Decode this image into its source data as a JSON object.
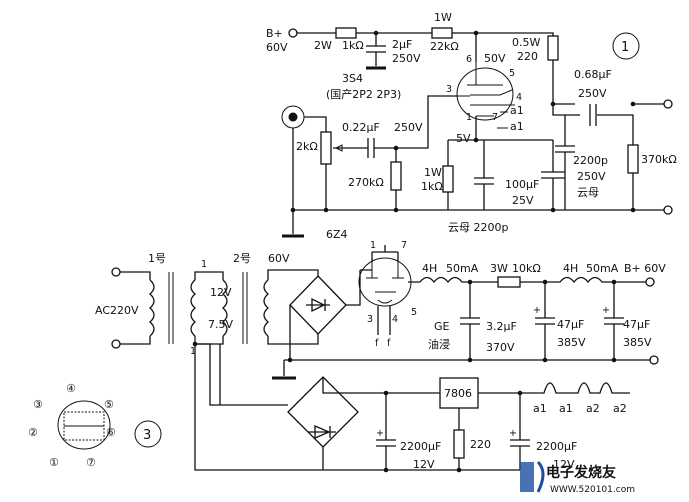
{
  "section1": {
    "number": "1",
    "bplus_top": "B+",
    "bplus_top_voltage": "60V",
    "r_top_power": "2W",
    "r_top_value": "1kΩ",
    "c_top_value": "2μF",
    "c_top_voltage": "250V",
    "r_1w_power": "1W",
    "r_1w_value": "22kΩ",
    "r_screen_power": "0.5W",
    "r_screen_value": "220",
    "tube_name": "3S4",
    "tube_equiv": "(国产2P2  2P3)",
    "pin_6": "6",
    "plate_voltage": "50V",
    "pin_5": "5",
    "pin_3": "3",
    "pin_4": "4",
    "pin_1": "1",
    "pin_7": "7",
    "filament_a1_top": "a1",
    "filament_a1_bottom": "a1",
    "c_out_value": "0.68μF",
    "c_out_voltage": "250V",
    "c_in_value": "0.22μF",
    "c_in_voltage": "250V",
    "pot_value": "2kΩ",
    "cathode_voltage": "5V",
    "r_grid_value": "270kΩ",
    "r_cathode_power": "1W",
    "r_cathode_value": "1kΩ",
    "c_cathode_value": "100μF",
    "c_cathode_voltage": "25V",
    "c_mica_value": "2200p",
    "c_mica_voltage": "250V",
    "c_mica_type": "云母",
    "r_out_value": "370kΩ",
    "bottom_note": "云母 2200p"
  },
  "section2": {
    "t1_label": "1号",
    "t2_label": "2号",
    "ac_label": "AC220V",
    "pin_marker_1a": "1",
    "pin_marker_1b": "1",
    "pin_marker_1c": "1",
    "tap_12v": "12V",
    "tap_75v": "7.5V",
    "sec_60v": "60V",
    "rect_tube": "6Z4",
    "rect_pin_1": "1",
    "rect_pin_7": "7",
    "rect_pin_3": "3",
    "rect_pin_4": "4",
    "rect_pin_5": "5",
    "rect_f1": "f",
    "rect_f2": "f",
    "choke1_l": "4H",
    "choke1_i": "50mA",
    "r_filter_power": "3W",
    "r_filter_value": "10kΩ",
    "choke2_l": "4H",
    "choke2_i": "50mA",
    "bplus_out": "B+ 60V",
    "ge_label": "GE",
    "ge_sub": "油浸",
    "c_ge_value": "3.2μF",
    "c_ge_voltage": "370V",
    "c_f1_value": "47μF",
    "c_f1_voltage": "385V",
    "c_f2_value": "47μF",
    "c_f2_voltage": "385V",
    "regulator": "7806",
    "heater_a1": "a1",
    "heater_a1b": "a1",
    "heater_a2": "a2",
    "heater_a2b": "a2",
    "c_filament_value": "2200μF",
    "c_filament_voltage": "12V",
    "c_out2_value": "2200μF",
    "c_out2_voltage": "12V",
    "r_reg": "220"
  },
  "section3": {
    "number": "3",
    "pin_1": "①",
    "pin_2": "②",
    "pin_3": "③",
    "pin_4": "④",
    "pin_5": "⑤",
    "pin_6": "⑥",
    "pin_7": "⑦"
  },
  "watermark": {
    "text": "电子发烧友 WWW.520101.com",
    "color": "#1a4fa0"
  }
}
